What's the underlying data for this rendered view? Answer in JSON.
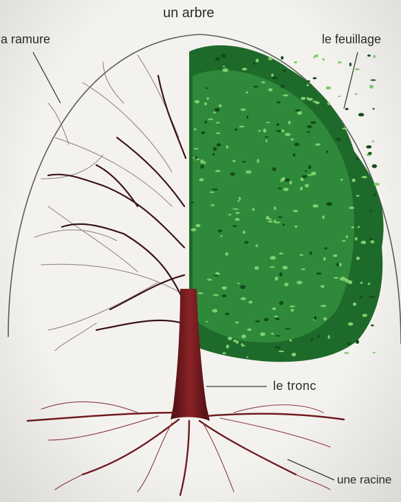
{
  "title": "un arbre",
  "labels": {
    "branches": "la ramure",
    "foliage": "le feuillage",
    "trunk": "le tronc",
    "roots": "une racine"
  },
  "colors": {
    "background": "#f4f2ef",
    "branch_dark": "#3a1418",
    "branch_light": "#8a7a76",
    "trunk": "#6e1a1e",
    "foliage_dark": "#1e6a2a",
    "foliage_mid": "#2e8a3a",
    "foliage_light": "#7fcf6f",
    "outline": "#5a5a5a"
  }
}
